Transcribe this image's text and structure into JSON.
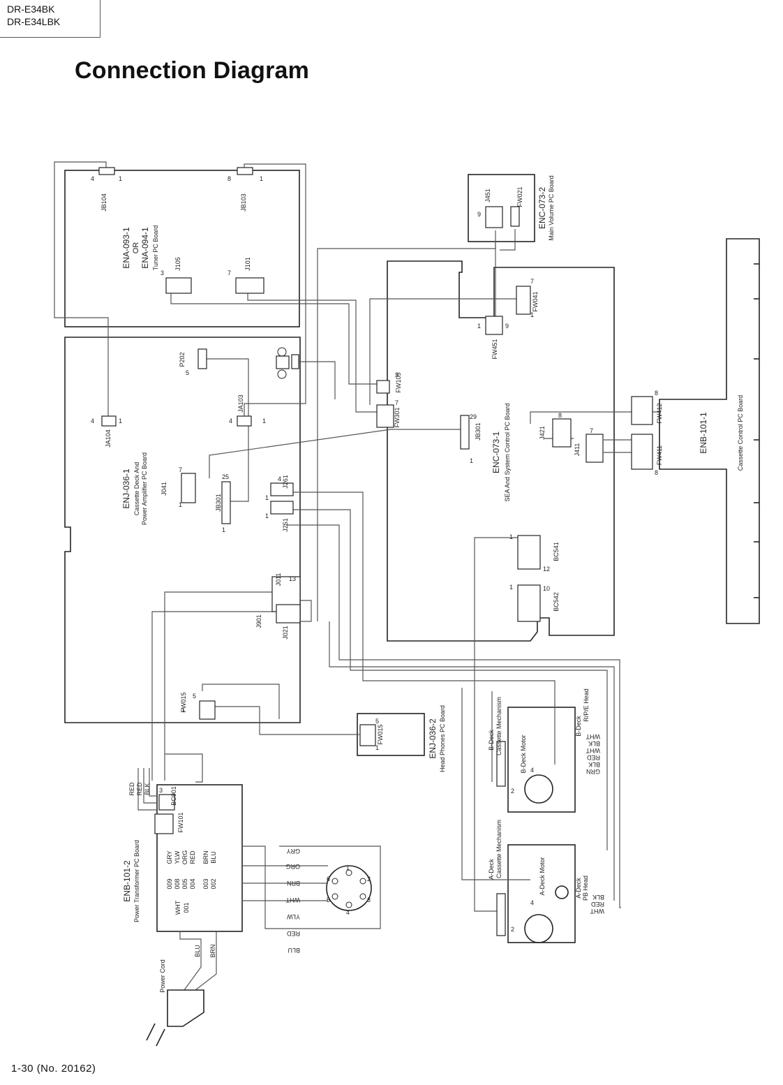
{
  "header": {
    "model_lines": [
      "DR-E34BK",
      "DR-E34LBK"
    ],
    "title": "Connection Diagram"
  },
  "footer": {
    "page_ref": "1-30 (No. 20162)"
  },
  "boards": {
    "tuner": {
      "code": "ENA-093-1",
      "or": "OR",
      "code2": "ENA-094-1",
      "desc": "Tuner PC Board"
    },
    "main": {
      "code": "ENJ-036-1",
      "desc1": "Cassette Deck And",
      "desc2": "Power Amplifier PC Board"
    },
    "system": {
      "code": "ENC-073-1",
      "desc": "SEA And System Control PC Board"
    },
    "volume": {
      "code": "ENC-073-2",
      "desc": "Main Volume PC Board"
    },
    "cassette_ctrl": {
      "code": "ENB-101-1",
      "desc": "Cassette Control PC Board"
    },
    "head_phones": {
      "code": "ENJ-036-2",
      "desc": "Head Phones PC Board"
    },
    "power_trans": {
      "code": "ENB-101-2",
      "desc": "Power Transformer PC Board"
    }
  },
  "connectors": {
    "JB104": "JB104",
    "JB103": "JB103",
    "J105": "J105",
    "J101": "J101",
    "JA104": "JA104",
    "P202": "P202",
    "JA103": "JA103",
    "J041": "J041",
    "JB301_left": "JB301",
    "J261": "J261",
    "J251": "J251",
    "J011": "J011",
    "J901": "J901",
    "J021": "J021",
    "FW015": "FW015",
    "FW105": "FW105",
    "FW301": "FW301",
    "JB301": "JB301",
    "J451": "J451",
    "FW021": "FW021",
    "FW451": "FW451",
    "FW041": "FW041",
    "J421": "J421",
    "J411": "J411",
    "FW412": "FW412",
    "FW411": "FW411",
    "BC541": "BC541",
    "BC542": "BC542",
    "BC901": "BC901",
    "FW101": "FW101",
    "FW015_hp": "FW015"
  },
  "pins": {
    "p1": "1",
    "p2": "2",
    "p3": "3",
    "p4": "4",
    "p5": "5",
    "p6": "6",
    "p7": "7",
    "p8": "8",
    "p9": "9",
    "p10": "10",
    "p12": "12",
    "p13": "13",
    "p25": "25",
    "p29": "29"
  },
  "mechanisms": {
    "b_deck": "B-Deck",
    "b_deck_mech": "Cassette Mechanism",
    "b_deck_motor": "B-Deck Motor",
    "b_deck_head": "B-Deck",
    "b_deck_head2": "R/P/E Head",
    "a_deck": "A-Deck",
    "a_deck_mech": "Cassette Mechanism",
    "a_deck_motor": "A-Deck Motor",
    "a_deck_head": "A-Deck",
    "a_deck_head2": "PB Head"
  },
  "wire_colors": {
    "wht": "WHT",
    "blk": "BLK",
    "red": "RED",
    "grn": "GRN",
    "gry": "GRY",
    "org": "ORG",
    "brn": "BRN",
    "ylw": "YLW",
    "blu": "BLU"
  },
  "transformer_terminals": [
    "GRY",
    "YLW",
    "ORG",
    "RED",
    "BRN",
    "BLU"
  ],
  "transformer_numbers": [
    "009",
    "008",
    "005",
    "004",
    "003",
    "002",
    "001"
  ],
  "power_cord": {
    "label": "Power Cord",
    "blu": "BLU",
    "brn": "BRN"
  },
  "colors": {
    "ink": "#222222",
    "wire": "#555555",
    "background": "#ffffff"
  }
}
